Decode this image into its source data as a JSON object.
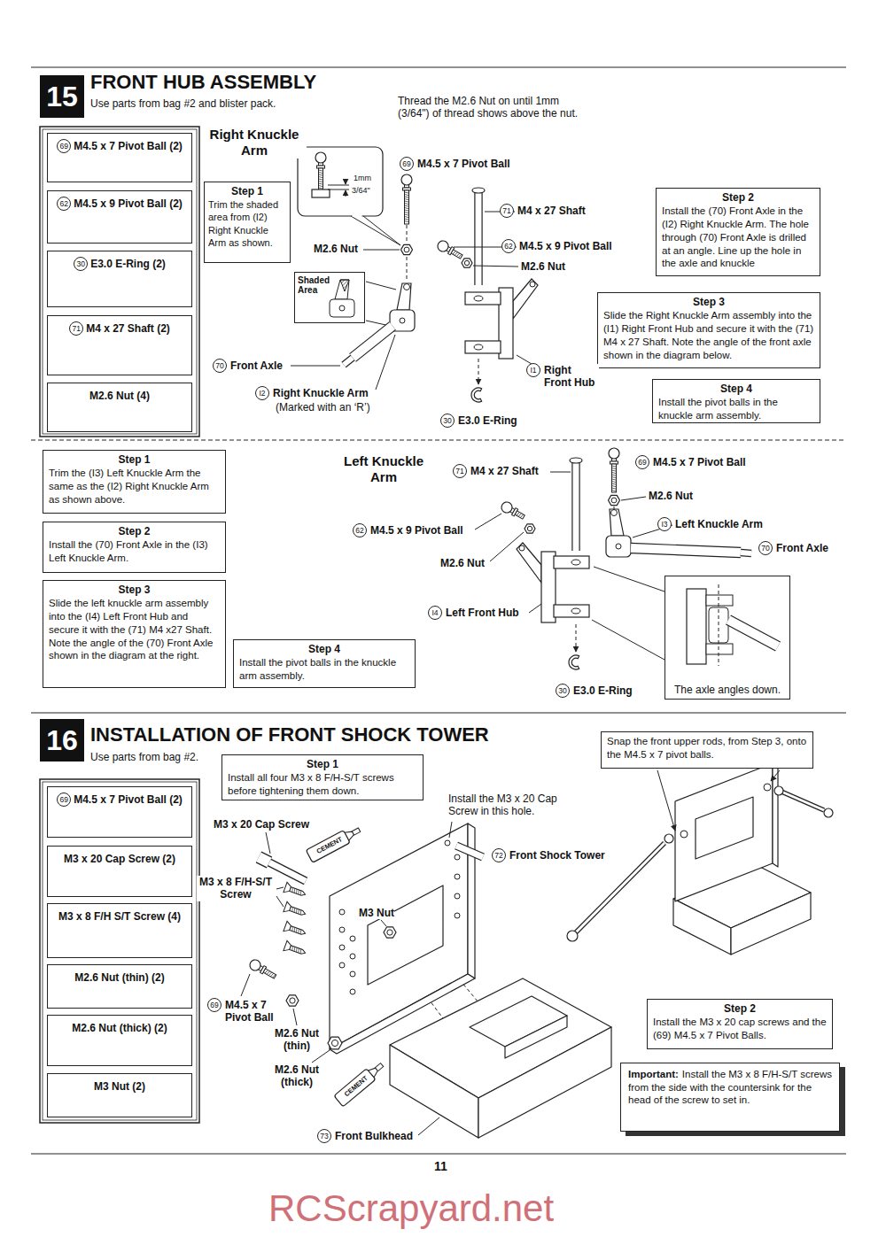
{
  "diagram": {
    "nodes": [
      {
        "text": [
          "15"
        ]
      },
      {
        "text": [
          "69",
          "M4.5 x 7 Pivot Ball (2)"
        ]
      },
      {
        "text": [
          "62",
          "M4.5 x 9 Pivot Ball (2)"
        ]
      },
      {
        "text": [
          "30",
          "E3.0 E-Ring (2)"
        ]
      },
      {
        "text": [
          "71",
          "M4 x 27 Shaft (2)"
        ]
      },
      {
        "text": [
          "M2.6 Nut (4)"
        ]
      },
      {
        "text": [
          "Step 1",
          "Trim the shaded area from (I2) Right Knuckle Arm as shown."
        ]
      },
      {
        "text": [
          "Shaded Area"
        ]
      },
      {
        "text": [
          "Step 2",
          "Install the (70) Front Axle in the (I2) Right Knuckle Arm. The hole through (70) Front Axle is drilled at an angle. Line up the hole in the axle and knuckle"
        ]
      },
      {
        "text": [
          "Step 3",
          "Slide the Right Knuckle Arm assembly into the (I1) Right Front Hub and secure it with the (71) M4 x 27 Shaft. Note the angle of the front axle shown in the diagram below."
        ]
      },
      {
        "text": [
          "Step 4",
          "Install the pivot balls in the knuckle arm assembly."
        ]
      },
      {
        "text": [
          "Step 1",
          "Trim the (I3) Left Knuckle Arm the same as the (I2) Right Knuckle Arm as shown above."
        ]
      },
      {
        "text": [
          "Step 2",
          "Install the (70) Front Axle in the (I3) Left Knuckle Arm."
        ]
      },
      {
        "text": [
          "Step 3",
          "Slide the left knuckle arm assembly into the (I4) Left Front Hub and secure it with the (71) M4 x27 Shaft. Note the angle of the (70) Front Axle shown in the diagram at the right."
        ]
      },
      {
        "text": [
          "Step 4",
          "Install the pivot balls in the knuckle arm assembly."
        ]
      },
      {
        "text": [
          "The axle angles down."
        ]
      },
      {
        "text": [
          "16"
        ]
      },
      {
        "text": [
          "Step 1",
          "Install all four M3 x 8 F/H-S/T screws before tightening them down."
        ]
      },
      {
        "text": [
          "Snap the front upper rods, from Step 3, onto the M4.5 x 7 pivot balls."
        ]
      },
      {
        "text": [
          "69",
          "M4.5 x 7 Pivot Ball (2)"
        ]
      },
      {
        "text": [
          "M3 x 20 Cap Screw (2)"
        ]
      },
      {
        "text": [
          "M3 x 8 F/H S/T Screw (4)"
        ]
      },
      {
        "text": [
          "M2.6 Nut (thin) (2)"
        ]
      },
      {
        "text": [
          "M2.6 Nut (thick) (2)"
        ]
      },
      {
        "text": [
          "M3 Nut (2)"
        ]
      },
      {
        "text": [
          "Step 2",
          "Install the M3 x 20 cap screws and the (69) M4.5 x 7 Pivot Balls."
        ]
      },
      {
        "text": [
          "Important:",
          "Install the M3 x 8 F/H-S/T screws from the side with the countersink for the head of the screw to set in."
        ]
      }
    ],
    "labels": [
      "FRONT HUB ASSEMBLY",
      "Use parts from bag #2 and blister pack.",
      "Thread the M2.6 Nut on until 1mm (3/64\") of thread shows above the nut.",
      "Right Knuckle Arm",
      "1mm",
      "3/64\"",
      "69",
      "M4.5 x 7 Pivot Ball",
      "71",
      "M4 x 27 Shaft",
      "62",
      "M4.5 x 9 Pivot Ball",
      "M2.6 Nut",
      "M2.6 Nut",
      "70",
      "Front Axle",
      "I2",
      "Right Knuckle Arm",
      "(Marked with an ‘R’)",
      "I1",
      "Right Front Hub",
      "30",
      "E3.0 E-Ring",
      "Left Knuckle Arm",
      "71",
      "M4 x 27 Shaft",
      "69",
      "M4.5 x 7 Pivot Ball",
      "M2.6 Nut",
      "I3",
      "Left Knuckle Arm",
      "70",
      "Front Axle",
      "62",
      "M4.5 x 9 Pivot Ball",
      "M2.6 Nut",
      "I4",
      "Left Front Hub",
      "30",
      "E3.0 E-Ring",
      "INSTALLATION OF FRONT SHOCK TOWER",
      "Use parts from bag #2.",
      "M3 x 20 Cap Screw",
      "CEMENT",
      "M3 x 8 F/H-S/T Screw",
      "M3 Nut",
      "Install the M3 x 20 Cap Screw in this hole.",
      "72",
      "Front Shock Tower",
      "69",
      "M4.5 x 7 Pivot Ball",
      "M2.6 Nut (thin)",
      "M2.6 Nut (thick)",
      "CEMENT",
      "73",
      "Front Bulkhead",
      "11",
      "RCScrapyard.net"
    ]
  }
}
